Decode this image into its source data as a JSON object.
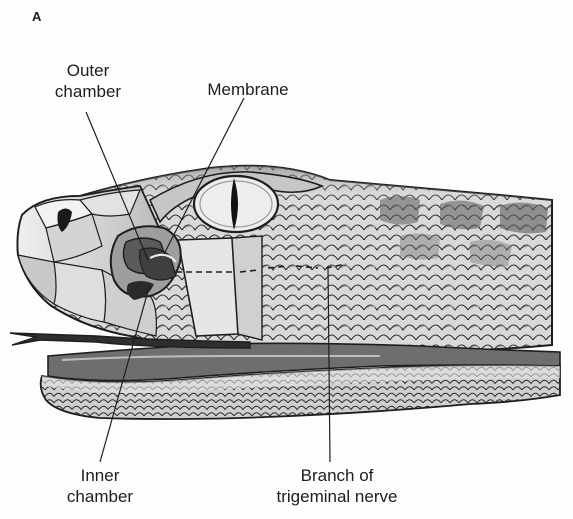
{
  "figure": {
    "panel_letter": "A",
    "labels": {
      "outer_chamber": [
        "Outer",
        "chamber"
      ],
      "membrane": "Membrane",
      "inner_chamber": [
        "Inner",
        "chamber"
      ],
      "nerve": [
        "Branch of",
        "trigeminal nerve"
      ]
    }
  },
  "colors": {
    "ink": "#1e1e1e",
    "scale_light": "#d8d8d6",
    "scale_dark": "#8a8a88",
    "eye": "#ededeb",
    "pupil": "#111111",
    "mouth": "#6e6e6c"
  }
}
